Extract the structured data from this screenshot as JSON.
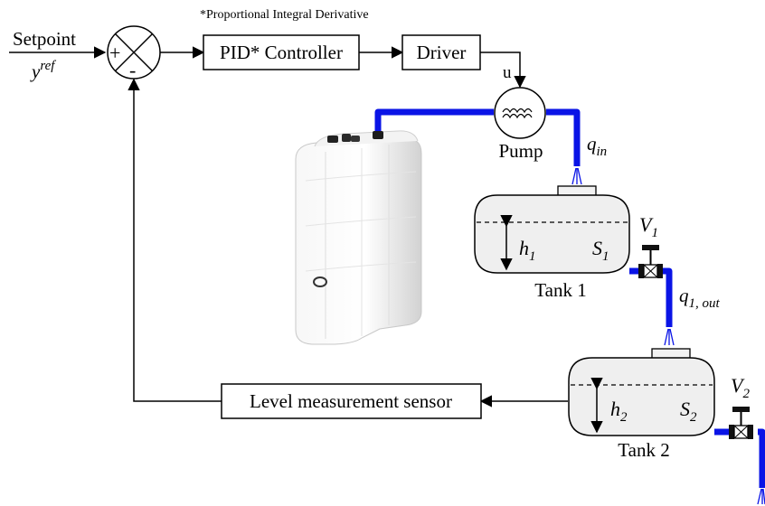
{
  "footnote": "*Proportional Integral Derivative",
  "setpoint": {
    "label": "Setpoint",
    "symbol": "y",
    "symbol_sup": "ref"
  },
  "sum": {
    "plus": "+",
    "minus": "-"
  },
  "pid_box": "PID* Controller",
  "driver_box": "Driver",
  "control_signal": "u",
  "pump": {
    "label": "Pump"
  },
  "flow_in": {
    "symbol": "q",
    "sub": "in"
  },
  "tank1": {
    "label": "Tank 1",
    "height": {
      "symbol": "h",
      "sub": "1"
    },
    "area": {
      "symbol": "S",
      "sub": "1"
    },
    "valve": {
      "symbol": "V",
      "sub": "1"
    }
  },
  "flow_out1": {
    "symbol": "q",
    "sub": "1, out"
  },
  "tank2": {
    "label": "Tank 2",
    "height": {
      "symbol": "h",
      "sub": "2"
    },
    "area": {
      "symbol": "S",
      "sub": "2"
    },
    "valve": {
      "symbol": "V",
      "sub": "2"
    }
  },
  "sensor_box": "Level measurement sensor",
  "colors": {
    "pipe": "#0a14e6",
    "line": "#000000",
    "tank_fill": "#efefef"
  }
}
